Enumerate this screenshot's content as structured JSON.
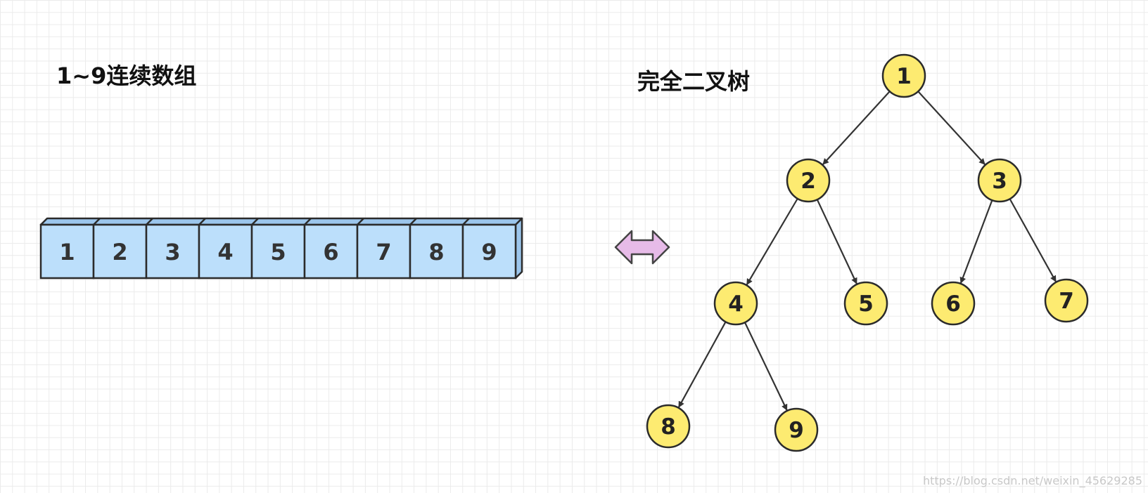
{
  "array_title": "1~9连续数组",
  "tree_title": "完全二叉树",
  "array_values": [
    "1",
    "2",
    "3",
    "4",
    "5",
    "6",
    "7",
    "8",
    "9"
  ],
  "tree_nodes": [
    "1",
    "2",
    "3",
    "4",
    "5",
    "6",
    "7",
    "8",
    "9"
  ],
  "tree_edges": [
    [
      1,
      2
    ],
    [
      1,
      3
    ],
    [
      2,
      4
    ],
    [
      2,
      5
    ],
    [
      3,
      6
    ],
    [
      3,
      7
    ],
    [
      4,
      8
    ],
    [
      4,
      9
    ]
  ],
  "watermark": "https://blog.csdn.net/weixin_45629285",
  "colors": {
    "array_fill": "#bcdffb",
    "array_top": "#9cc6ec",
    "node_fill": "#fdeb71",
    "outline": "#2b2b2b",
    "arrow_fill": "#e7bbe8",
    "arrow_stroke": "#444444"
  }
}
